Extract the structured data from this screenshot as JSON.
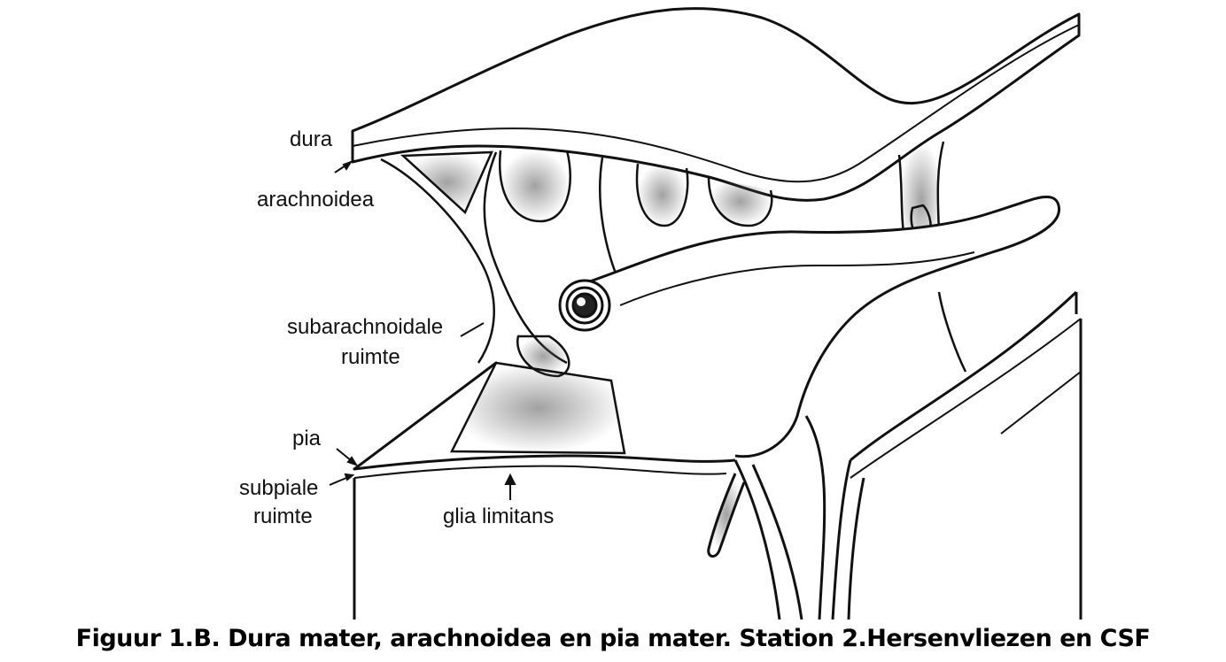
{
  "labels": {
    "dura": "dura",
    "arachnoidea": "arachnoidea",
    "subarachnoidale": "subarachnoidale",
    "subarachnoidale_ruimte": "ruimte",
    "pia": "pia",
    "subpiale": "subpiale",
    "subpiale_ruimte": "ruimte",
    "glia_limitans": "glia limitans"
  },
  "caption": "Figuur 1.B. Dura mater, arachnoidea en pia mater. Station 2.Hersenvliezen en CSF",
  "colors": {
    "ink": "#111111",
    "paper": "#ffffff",
    "stipple": "#6b6b6b"
  }
}
